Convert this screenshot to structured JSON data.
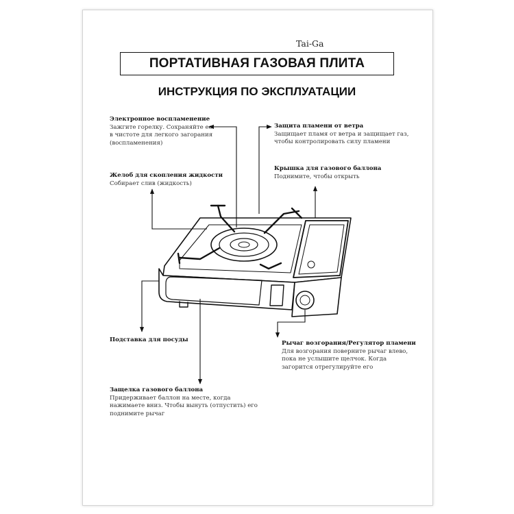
{
  "header": {
    "brand": "Tai-Ga",
    "title": "ПОРТАТИВНАЯ ГАЗОВАЯ ПЛИТА",
    "subtitle": "ИНСТРУКЦИЯ ПО ЭКСПЛУАТАЦИИ"
  },
  "callouts": {
    "ignition": {
      "title": "Электронное воспламенение",
      "lines": [
        "Зажгите горелку. Сохраняйте ее",
        "в чистоте для легкого загорания",
        "(воспламенения)"
      ]
    },
    "gutter": {
      "title": "Желоб для скопления жидкости",
      "lines": [
        "Собирает слив (жидкость)"
      ]
    },
    "pot_stand": {
      "title": "Подставка для посуды",
      "lines": []
    },
    "latch": {
      "title": "Защелка газового баллона",
      "lines": [
        "Придерживает баллон на месте, когда",
        "нажимаете вниз. Чтобы вынуть (отпустить) его",
        "поднимите рычаг"
      ]
    },
    "wind": {
      "title": "Защита пламени от ветра",
      "lines": [
        "Защищает пламя от ветра и защищает газ,",
        "чтобы контролировать силу пламени"
      ]
    },
    "cover": {
      "title": "Крышка для газового баллона",
      "lines": [
        "Поднимите, чтобы открыть"
      ]
    },
    "lever": {
      "title": "Рычаг возгорания/Регулятор пламени",
      "lines": [
        "Для возгорания поверните рычаг влево,",
        "пока не услышите щелчок. Когда",
        "загорится отрегулируйте его"
      ]
    }
  },
  "drawing": {
    "line_color": "#111111",
    "icon": "portable-gas-stove-line-drawing"
  }
}
